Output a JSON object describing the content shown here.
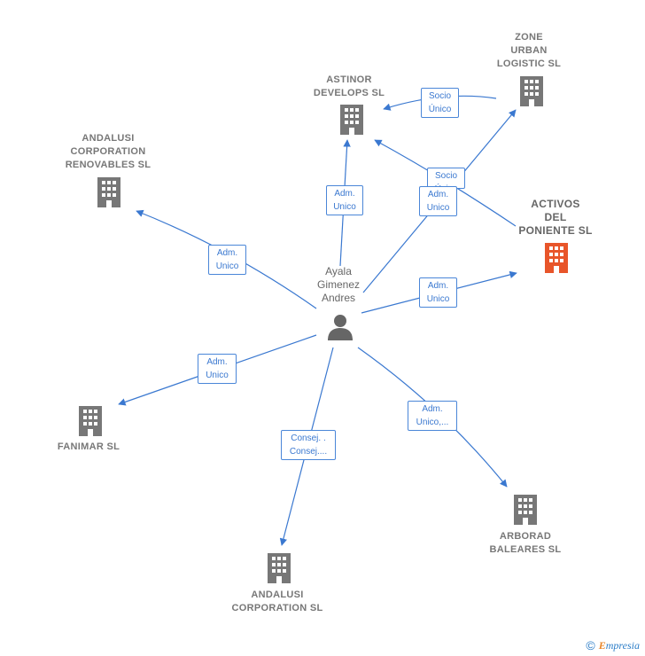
{
  "center": {
    "label": "Ayala\nGimenez\nAndres"
  },
  "companies": {
    "zone": "ZONE\nURBAN\nLOGISTIC  SL",
    "astinor": "ASTINOR\nDEVELOPS SL",
    "andalusi_renov": "ANDALUSI\nCORPORATION\nRENOVABLES SL",
    "activos": "ACTIVOS\nDEL\nPONIENTE  SL",
    "fanimar": "FANIMAR SL",
    "andalusi_corp": "ANDALUSI\nCORPORATION SL",
    "arborad": "ARBORAD\nBALEARES  SL"
  },
  "edges": {
    "zone_astinor": "Socio\nÚnico",
    "activos_astinor": "Socio\nÚnico",
    "astinor": "Adm.\nUnico",
    "zone": "Adm.\nUnico",
    "andalusi_renov": "Adm.\nUnico",
    "activos": "Adm.\nUnico",
    "fanimar": "Adm.\nUnico",
    "andalusi_corp": "Consej. .\nConsej....",
    "arborad": "Adm.\nUnico,..."
  },
  "footer": {
    "copyright": "©",
    "brand_first": "E",
    "brand_rest": "mpresia"
  },
  "colors": {
    "edge": "#3a78d0",
    "building": "#777777",
    "highlight": "#e8552a",
    "person": "#666666"
  }
}
